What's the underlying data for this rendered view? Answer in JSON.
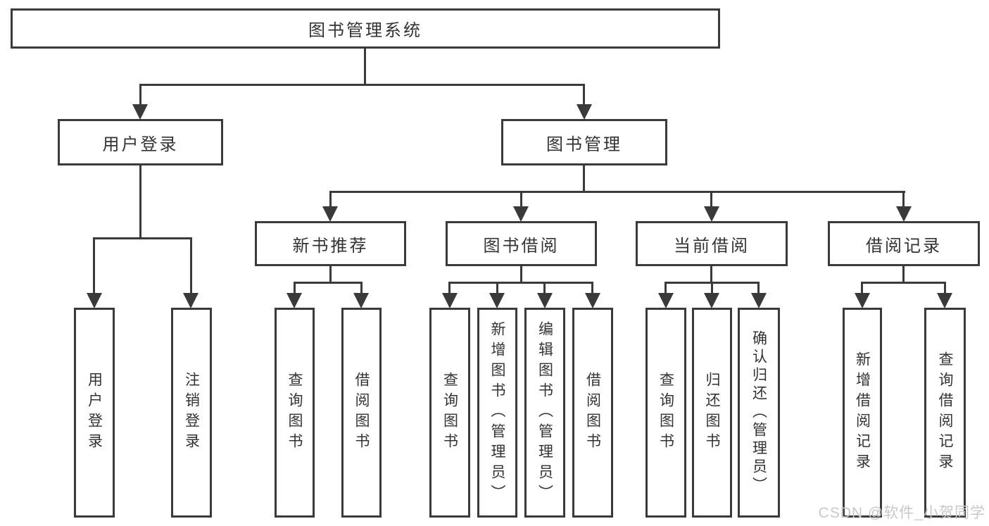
{
  "diagram": {
    "root": {
      "label": "图书管理系统"
    },
    "level2": [
      {
        "label": "用户登录"
      },
      {
        "label": "图书管理"
      }
    ],
    "level3": [
      {
        "label": "新书推荐"
      },
      {
        "label": "图书借阅"
      },
      {
        "label": "当前借阅"
      },
      {
        "label": "借阅记录"
      }
    ],
    "leaves": {
      "user": [
        "用户登录",
        "注销登录"
      ],
      "recommend": [
        "查询图书",
        "借阅图书"
      ],
      "borrow": [
        "查询图书",
        "新增图书（管理员）",
        "编辑图书（管理员）",
        "借阅图书"
      ],
      "current": [
        "查询图书",
        "归还图书",
        "确认归还（管理员）"
      ],
      "record": [
        "新增借阅记录",
        "查询借阅记录"
      ]
    }
  },
  "watermark": {
    "text": "CSDN @软件_小贺同学"
  },
  "colors": {
    "line": "#3a3a3a",
    "text": "#333333",
    "watermark": "#c8c8c8",
    "background": "#ffffff"
  }
}
